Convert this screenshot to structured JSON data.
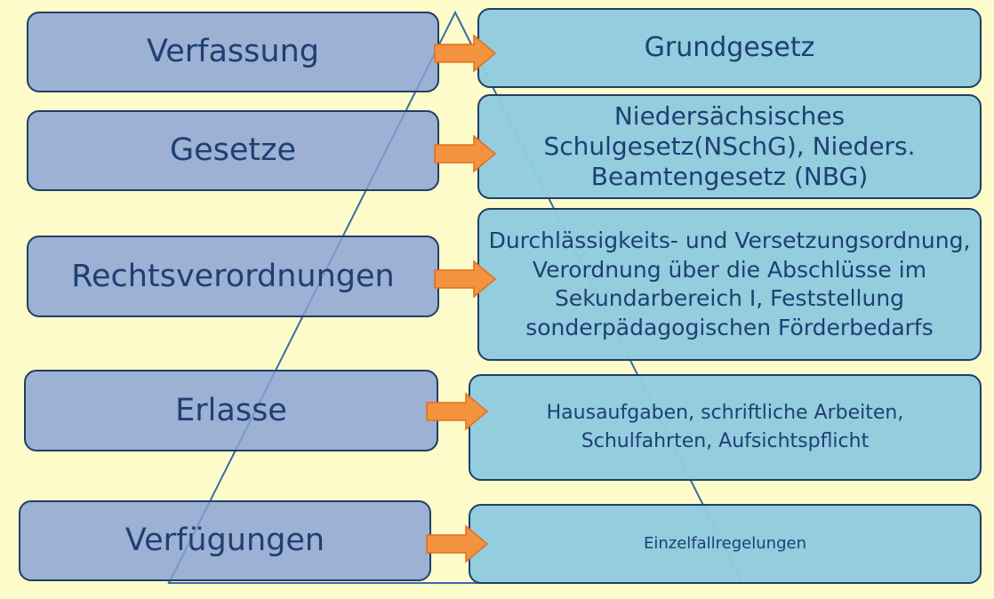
{
  "colors": {
    "background": "#fdfbc9",
    "left_box": "#86a0d6",
    "right_box": "#8fcbde",
    "arrow": "#f3923f",
    "text": "#1f3f74"
  },
  "rows": [
    {
      "left": "Verfassung",
      "right": "Grundgesetz"
    },
    {
      "left": "Gesetze",
      "right": "Niedersächsisches Schulgesetz(NSchG), Nieders. Beamtengesetz (NBG)"
    },
    {
      "left": "Rechtsverordnungen",
      "right": "Durchlässigkeits- und Versetzungsordnung, Verordnung über die Abschlüsse im Sekundarbereich I, Feststellung sonderpädagogischen Förderbedarfs"
    },
    {
      "left": "Erlasse",
      "right": "Hausaufgaben, schriftliche Arbeiten, Schulfahrten, Aufsichtspflicht"
    },
    {
      "left": "Verfügungen",
      "right": "Einzelfallregelungen"
    }
  ]
}
